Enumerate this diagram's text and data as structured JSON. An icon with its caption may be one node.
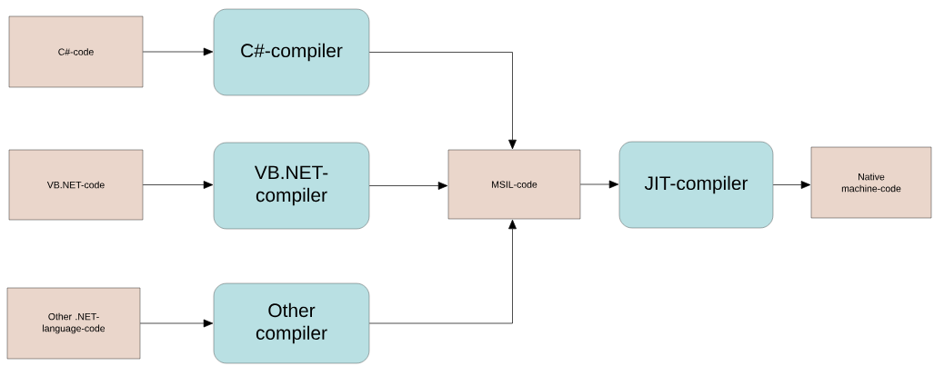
{
  "diagram": {
    "nodes": [
      {
        "text": [
          "C#-code"
        ]
      },
      {
        "text": [
          "C#-compiler"
        ]
      },
      {
        "text": [
          "VB.NET-code"
        ]
      },
      {
        "text": [
          "VB.NET-compiler"
        ]
      },
      {
        "text": [
          "Other .NET-language-code"
        ]
      },
      {
        "text": [
          "Other compiler"
        ]
      },
      {
        "text": [
          "MSIL-code"
        ]
      },
      {
        "text": [
          "JIT-compiler"
        ]
      },
      {
        "text": [
          "Native machine-code"
        ]
      }
    ],
    "edges": [
      {
        "from": 0,
        "to": 1,
        "arrow": "to"
      },
      {
        "from": 2,
        "to": 3,
        "arrow": "to"
      },
      {
        "from": 4,
        "to": 5,
        "arrow": "to"
      },
      {
        "from": 1,
        "to": 6,
        "arrow": "to"
      },
      {
        "from": 3,
        "to": 6,
        "arrow": "to"
      },
      {
        "from": 5,
        "to": 6,
        "arrow": "to"
      },
      {
        "from": 6,
        "to": 7,
        "arrow": "to"
      },
      {
        "from": 7,
        "to": 8,
        "arrow": "to"
      }
    ]
  }
}
